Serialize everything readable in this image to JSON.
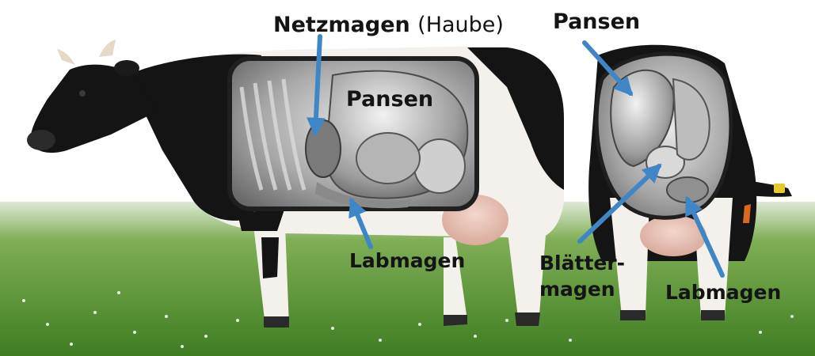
{
  "labels": {
    "netzmagen": "Netzmagen",
    "haube": "(Haube)",
    "pansen_top": "Pansen",
    "pansen_inner": "Pansen",
    "labmagen_left": "Labmagen",
    "blaetter_line1": "Blätter-",
    "blaetter_line2": "magen",
    "labmagen_right": "Labmagen"
  },
  "colors": {
    "arrow": "#3f86c6",
    "grass": "#4f8f2a",
    "cow_black": "#141414",
    "cow_white": "#f4f1ec",
    "udder": "#e6c2b8",
    "cutaway": "#b9b9b9"
  }
}
